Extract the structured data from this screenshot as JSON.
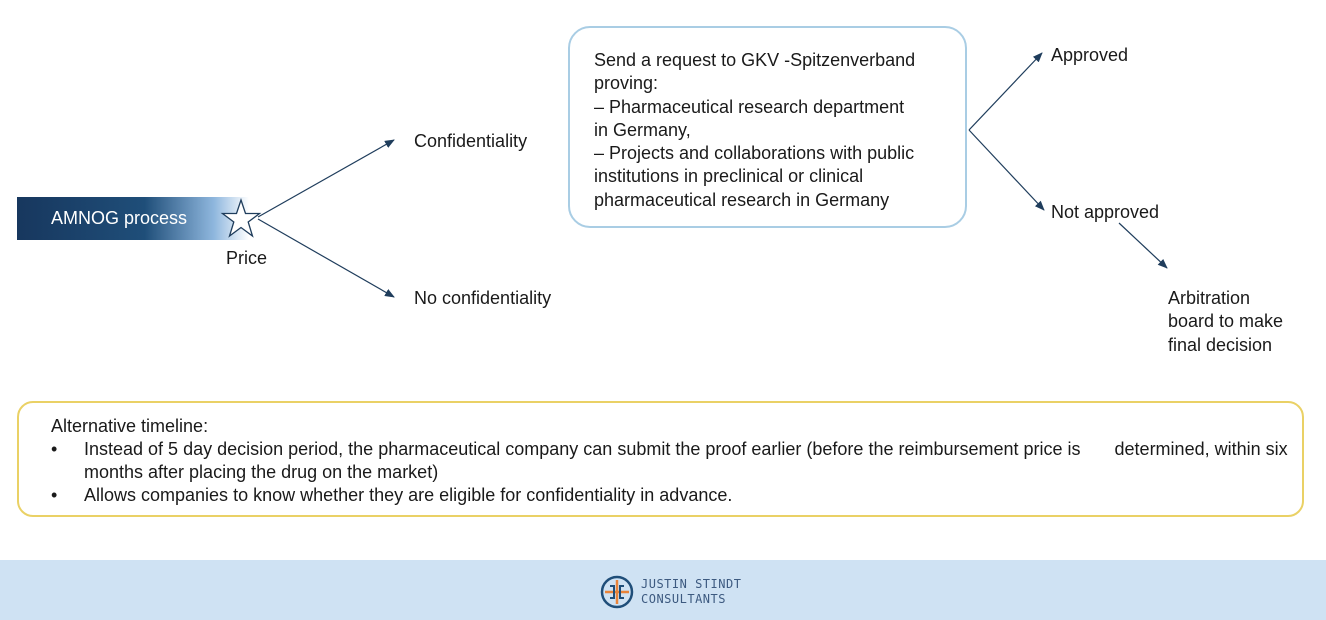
{
  "process": {
    "label": "AMNOG process",
    "price_label": "Price"
  },
  "branches": {
    "confidentiality": "Confidentiality",
    "no_confidentiality": "No confidentiality"
  },
  "request_box": {
    "lines": [
      "Send a request to GKV -Spitzenverband",
      "proving:",
      "– Pharmaceutical research department",
      "in Germany,",
      "– Projects and collaborations with public",
      "institutions in preclinical or clinical",
      "pharmaceutical research in Germany"
    ]
  },
  "outcomes": {
    "approved": "Approved",
    "not_approved": "Not approved",
    "arbitration_lines": [
      "Arbitration",
      "board to make",
      "final decision"
    ]
  },
  "alternative_timeline": {
    "title": "Alternative timeline:",
    "bullet_symbol": "•",
    "item_1_part1": "Instead of 5 day decision period, the pharmaceutical company can submit the proof earlier (before the reimbursement price is",
    "item_1_part2": "determined, within six months after placing the drug on the market)",
    "item_2": "Allows companies to know whether they are eligible for confidentiality in advance."
  },
  "footer": {
    "logo_line1": "JUSTIN STINDT",
    "logo_line2": "CONSULTANTS"
  },
  "colors": {
    "arrow": "#1f3d5c",
    "request_border": "#a9cde4",
    "alt_border": "#ead165",
    "footer_bg": "#cfe2f3",
    "brand_dark": "#17375e"
  }
}
